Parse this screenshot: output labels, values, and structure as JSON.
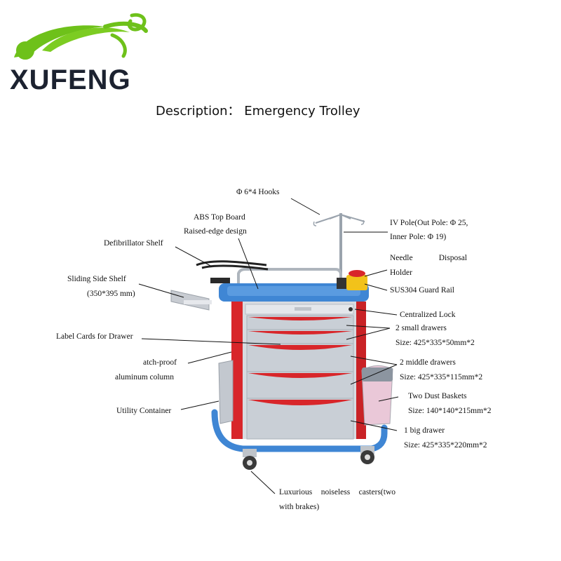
{
  "brand": {
    "name": "XUFENG",
    "logo_color": "#6ec11a"
  },
  "heading": "Description： Emergency Trolley",
  "colors": {
    "trolley_blue": "#3f86d4",
    "drawer_red": "#d8262a",
    "drawer_grey": "#c9cfd6",
    "sharps_yellow": "#f2c21a"
  },
  "labels": {
    "hooks": "Φ 6*4 Hooks",
    "top_board_1": "ABS Top Board",
    "top_board_2": "Raised-edge design",
    "iv_pole_1": "IV Pole(Out Pole: Φ 25,",
    "iv_pole_2": "Inner Pole: Φ 19)",
    "defib": "Defibrillator Shelf",
    "needle_1a": "Needle",
    "needle_1b": "Disposal",
    "needle_2": "Holder",
    "side_shelf_1": "Sliding Side Shelf",
    "side_shelf_2": "(350*395 mm)",
    "guard_rail": "SUS304 Guard Rail",
    "lock": "Centralized Lock",
    "label_cards": "Label Cards for Drawer",
    "small_drawers": "2 small drawers",
    "small_size": "Size: 425*335*50mm*2",
    "column_1": "atch-proof",
    "column_2": "aluminum column",
    "middle_drawers": "2 middle drawers",
    "middle_size": "Size: 425*335*115mm*2",
    "dust_baskets": "Two Dust Baskets",
    "dust_size": "Size: 140*140*215mm*2",
    "utility": "Utility Container",
    "big_drawer": "1 big drawer",
    "big_size": "Size: 425*335*220mm*2",
    "casters_1a": "Luxurious",
    "casters_1b": "noiseless",
    "casters_1c": "casters(two",
    "casters_2": "with brakes)"
  }
}
